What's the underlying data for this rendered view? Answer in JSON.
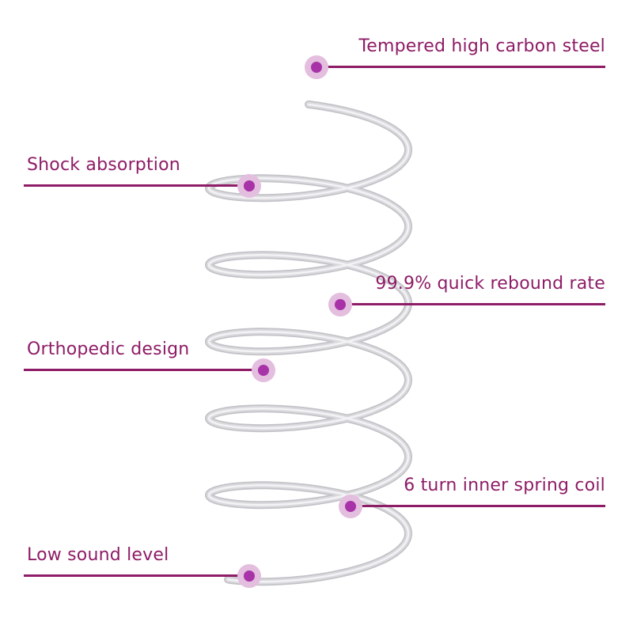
{
  "diagram": {
    "subject": "mattress pocket spring coil feature diagram",
    "callouts": {
      "tempered": {
        "label": "Tempered high carbon steel",
        "side": "right"
      },
      "shock": {
        "label": "Shock absorption",
        "side": "left"
      },
      "rebound": {
        "label": "99.9% quick rebound rate",
        "side": "right"
      },
      "orthopedic": {
        "label": "Orthopedic design",
        "side": "left"
      },
      "six_turn": {
        "label": "6 turn inner spring coil",
        "side": "right"
      },
      "low_sound": {
        "label": "Low sound level",
        "side": "left"
      }
    },
    "colors": {
      "accent": "#8e1c66",
      "dot": "#a832a8",
      "halo": "#e3bede",
      "spring_base": "#c3c3c8",
      "spring_mid": "#dadade",
      "spring_highlight": "#f3f3f5"
    }
  }
}
